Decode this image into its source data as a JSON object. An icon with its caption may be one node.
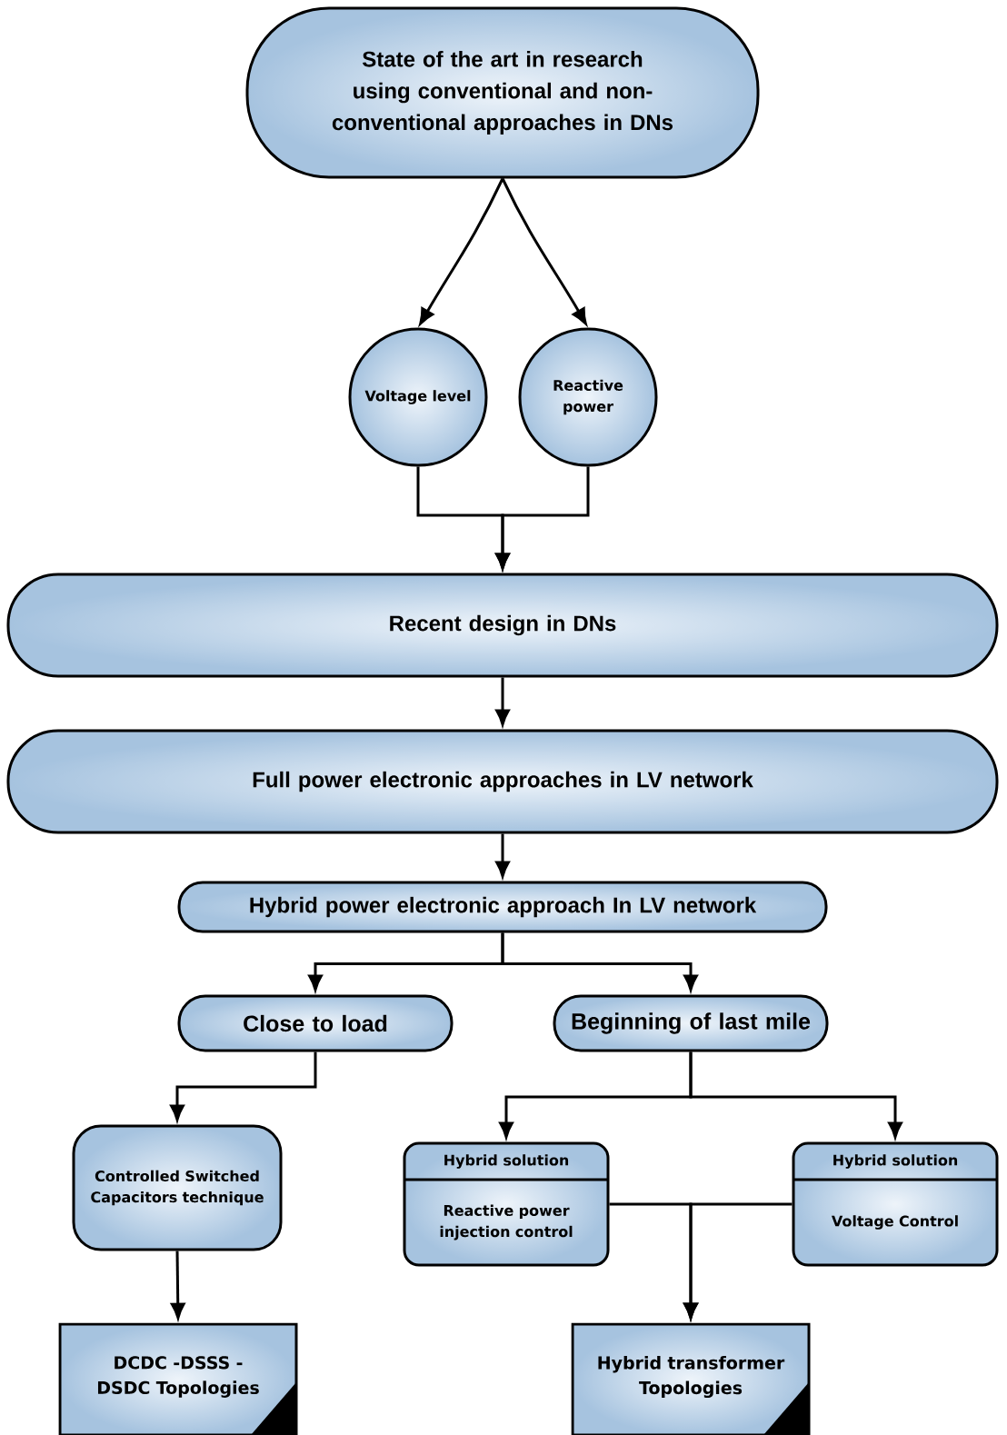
{
  "diagram": {
    "nodes": [
      {
        "text": [
          "State of the art in research using conventional and non-conventional approaches in DNs"
        ]
      },
      {
        "text": [
          "Voltage level"
        ]
      },
      {
        "text": [
          "Reactive power"
        ]
      },
      {
        "text": [
          "Recent design in DNs"
        ]
      },
      {
        "text": [
          "Full power electronic approaches in LV network"
        ]
      },
      {
        "text": [
          "Hybrid power electronic approach In LV network"
        ]
      },
      {
        "text": [
          "Close to load"
        ]
      },
      {
        "text": [
          "Beginning of last mile"
        ]
      },
      {
        "text": [
          "Controlled Switched Capacitors technique"
        ]
      },
      {
        "text": [
          "Hybrid solution",
          "Reactive power injection control"
        ]
      },
      {
        "text": [
          "Hybrid solution",
          "Voltage Control"
        ]
      },
      {
        "text": [
          "DCDC -DSSS -DSDC Topologies"
        ]
      },
      {
        "text": [
          "Hybrid transformer Topologies"
        ]
      }
    ],
    "edges": [
      {
        "from": 0,
        "to": 1,
        "arrow": "to"
      },
      {
        "from": 0,
        "to": 2,
        "arrow": "to"
      },
      {
        "from": 1,
        "to": 3,
        "arrow": "to"
      },
      {
        "from": 2,
        "to": 3,
        "arrow": "to"
      },
      {
        "from": 3,
        "to": 4,
        "arrow": "to"
      },
      {
        "from": 4,
        "to": 5,
        "arrow": "to"
      },
      {
        "from": 5,
        "to": 6,
        "arrow": "to"
      },
      {
        "from": 5,
        "to": 7,
        "arrow": "to"
      },
      {
        "from": 6,
        "to": 8,
        "arrow": "to"
      },
      {
        "from": 7,
        "to": 9,
        "arrow": "to"
      },
      {
        "from": 7,
        "to": 10,
        "arrow": "to"
      },
      {
        "from": 8,
        "to": 11,
        "arrow": "to"
      },
      {
        "from": 9,
        "to": 12,
        "arrow": "to"
      },
      {
        "from": 10,
        "to": 12,
        "arrow": "to"
      }
    ]
  }
}
